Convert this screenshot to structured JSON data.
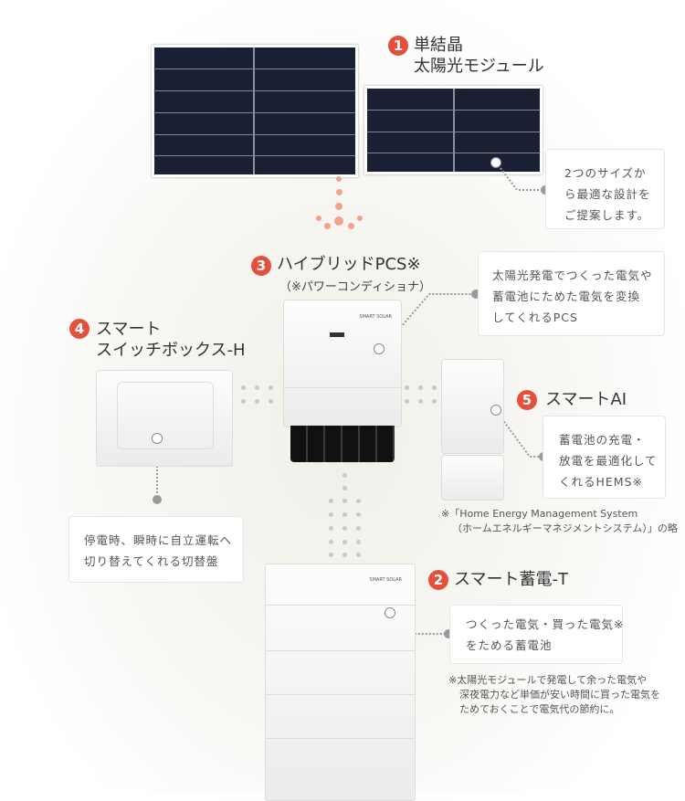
{
  "items": [
    {
      "num": "1",
      "title": [
        "単結晶",
        "太陽光モジュール"
      ],
      "desc": [
        "2つのサイズか",
        "ら最適な設計を",
        "ご提案します。"
      ]
    },
    {
      "num": "3",
      "title": [
        "ハイブリッドPCS※"
      ],
      "subtitle": "（※パワーコンディショナ）",
      "desc": [
        "太陽光発電でつくった電気や",
        "蓄電池にためた電気を変換",
        "してくれるPCS"
      ]
    },
    {
      "num": "4",
      "title": [
        "スマート",
        "スイッチボックス-H"
      ],
      "desc": [
        "停電時、瞬時に自立運転へ",
        "切り替えてくれる切替盤"
      ]
    },
    {
      "num": "5",
      "title": [
        "スマートAI"
      ],
      "desc": [
        "蓄電池の充電・",
        "放電を最適化して",
        "くれるHEMS※"
      ],
      "note": [
        "※「Home Energy Management System",
        "（ホームエネルギーマネジメントシステム）」の略"
      ]
    },
    {
      "num": "2",
      "title": [
        "スマート蓄電-T"
      ],
      "desc": [
        "つくった電気・買った電気※",
        "をためる蓄電池"
      ],
      "note": [
        "※太陽光モジュールで発電して余った電気や",
        "深夜電力など単価が安い時間に買った電気を",
        "ためておくことで電気代の節約に。"
      ]
    }
  ],
  "brand": "SMART SOLAR"
}
